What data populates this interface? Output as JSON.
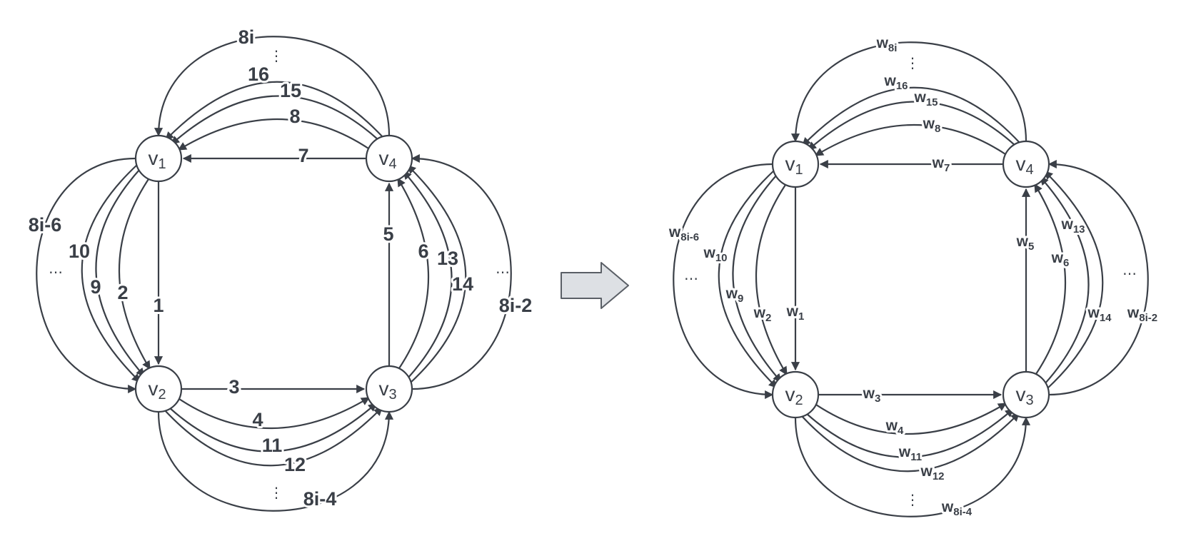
{
  "colors": {
    "stroke": "#3a3f47",
    "arrow_fill": "#dde0e4"
  },
  "ellipsis_vertical": "⋮",
  "ellipsis_horizontal": "…",
  "left_graph": {
    "nodes": [
      {
        "base": "v",
        "sub": "1"
      },
      {
        "base": "v",
        "sub": "2"
      },
      {
        "base": "v",
        "sub": "3"
      },
      {
        "base": "v",
        "sub": "4"
      }
    ],
    "edge_labels": {
      "top": [
        "7",
        "8",
        "15",
        "16",
        "8i"
      ],
      "left": [
        "1",
        "2",
        "9",
        "10",
        "8i-6"
      ],
      "bottom": [
        "3",
        "4",
        "11",
        "12",
        "8i-4"
      ],
      "right": [
        "5",
        "6",
        "13",
        "14",
        "8i-2"
      ]
    }
  },
  "right_graph": {
    "nodes": [
      {
        "base": "v",
        "sub": "1"
      },
      {
        "base": "v",
        "sub": "2"
      },
      {
        "base": "v",
        "sub": "3"
      },
      {
        "base": "v",
        "sub": "4"
      }
    ],
    "edge_labels": {
      "top": [
        {
          "base": "w",
          "sub": "7"
        },
        {
          "base": "w",
          "sub": "8"
        },
        {
          "base": "w",
          "sub": "15"
        },
        {
          "base": "w",
          "sub": "16"
        },
        {
          "base": "w",
          "sub": "8i"
        }
      ],
      "left": [
        {
          "base": "w",
          "sub": "1"
        },
        {
          "base": "w",
          "sub": "2"
        },
        {
          "base": "w",
          "sub": "9"
        },
        {
          "base": "w",
          "sub": "10"
        },
        {
          "base": "w",
          "sub": "8i-6"
        }
      ],
      "bottom": [
        {
          "base": "w",
          "sub": "3"
        },
        {
          "base": "w",
          "sub": "4"
        },
        {
          "base": "w",
          "sub": "11"
        },
        {
          "base": "w",
          "sub": "12"
        },
        {
          "base": "w",
          "sub": "8i-4"
        }
      ],
      "right": [
        {
          "base": "w",
          "sub": "5"
        },
        {
          "base": "w",
          "sub": "6"
        },
        {
          "base": "w",
          "sub": "13"
        },
        {
          "base": "w",
          "sub": "14"
        },
        {
          "base": "w",
          "sub": "8i-2"
        }
      ]
    }
  }
}
